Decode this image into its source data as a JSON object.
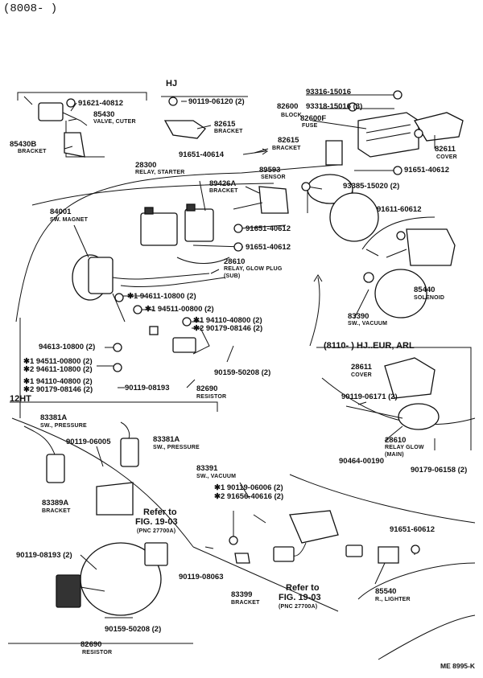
{
  "header": "(8008-      )",
  "footer": "ME 8995-K",
  "sections": {
    "hj": "HJ",
    "eur": "(8110-     ) HJ..EUR, ARL",
    "ht": "12HT"
  },
  "parts": {
    "p91621": "91621-40812",
    "p85430": "85430",
    "p85430_sub": "VALVE, CUTER",
    "p85430B": "85430B",
    "p85430B_sub": "BRACKET",
    "p90119_06120": "90119-06120 (2)",
    "p82615a": "82615",
    "p82615a_sub": "BRACKET",
    "p93316a": "93316-15016",
    "p82600": "82600",
    "p82600_sub": "BLOCK",
    "p93318": "93318-15016 (3)",
    "p82600F": "82600F",
    "p82600F_sub": "FUSE",
    "p82615b": "82615",
    "p82615b_sub": "BRACKET",
    "p91651a": "91651-40614",
    "p82611": "82611",
    "p82611_sub": "COVER",
    "p91651b": "91651-40612",
    "p28300": "28300",
    "p28300_sub": "RELAY, STARTER",
    "p89593": "89593",
    "p89593_sub": "SENSOR",
    "p89426A": "89426A",
    "p89426A_sub": "BRACKET",
    "p93385": "93385-15020 (2)",
    "p84001": "84001",
    "p84001_sub": "SW. MAGNET",
    "p91611": "91611-60612",
    "p91651c": "91651-40612",
    "p91651d": "91651-40612",
    "p28610": "28610",
    "p28610_sub": "RELAY, GLOW PLUG",
    "p28610_sub2": "(SUB)",
    "s1_94611": "✱1 94611-10800 (2)",
    "s1_94511": "✱1 94511-00800 (2)",
    "s1_94110": "✱1 94110-40800 (2)",
    "s2_90179": "✱2 90179-08146 (2)",
    "p85440": "85440",
    "p85440_sub": "SOLENOID",
    "p83390": "83390",
    "p83390_sub": "SW., VACUUM",
    "p94613": "94613-10800 (2)",
    "l1": "✱1 94511-00800 (2)",
    "l2": "✱2 94611-10800 (2)",
    "l3": "✱1 94110-40800 (2)",
    "l4": "✱2 90179-08146 (2)",
    "p90119_08193a": "90119-08193",
    "p90159a": "90159-50208 (2)",
    "p82690a": "82690",
    "p82690a_sub": "RESISTOR",
    "p28611": "28611",
    "p28611_sub": "COVER",
    "p90119_06171": "90119-06171 (2)",
    "p28610b": "28610",
    "p28610b_sub": "RELAY GLOW",
    "p28610b_sub2": "(MAIN)",
    "p90464": "90464-00190",
    "p90179_06158": "90179-06158 (2)",
    "p83381Aa": "83381A",
    "p83381Aa_sub": "SW., PRESSURE",
    "p90119_06005": "90119-06005",
    "p83381Ab": "83381A",
    "p83381Ab_sub": "SW., PRESSURE",
    "p83391": "83391",
    "p83391_sub": "SW., VACUUM",
    "p83391_s1": "✱1 90119-06006 (2)",
    "p83391_s2": "✱2 91656-40616 (2)",
    "p83389A": "83389A",
    "p83389A_sub": "BRACKET",
    "ref1a": "Refer to",
    "ref1b": "FIG. 19-03",
    "ref1c": "(PNC 27700A)",
    "p91651e": "91651-60612",
    "p90119_08193b": "90119-08193 (2)",
    "p90119_08063": "90119-08063",
    "p83399": "83399",
    "p83399_sub": "BRACKET",
    "ref2a": "Refer to",
    "ref2b": "FIG. 19-03",
    "ref2c": "(PNC 27700A)",
    "p85540": "85540",
    "p85540_sub": "R., LIGHTER",
    "p90159b": "90159-50208 (2)",
    "p82690b": "82690",
    "p82690b_sub": "RESISTOR"
  }
}
